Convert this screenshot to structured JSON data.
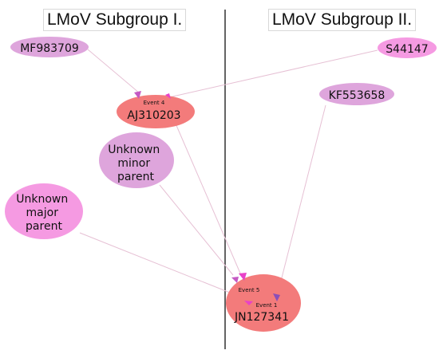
{
  "groups": {
    "subgroup_1": "LMoV Subgroup I.",
    "subgroup_2": "LMoV Subgroup II."
  },
  "nodes": {
    "mf983709": "MF983709",
    "s44147": "S44147",
    "kf553658": "KF553658",
    "aj310203": "AJ310203",
    "unknown_minor": [
      "Unknown",
      "minor",
      "parent"
    ],
    "unknown_major": [
      "Unknown",
      "major",
      "parent"
    ],
    "jn127341": "JN127341"
  },
  "events": {
    "event_4": "Event 4",
    "event_5": "Event 5",
    "event_1": "Event 1"
  },
  "colors": {
    "recombinant": "#f37b7b",
    "minor_parent": "#dea5dc",
    "major_parent": "#f59ae2",
    "s44147": "#f59ae2",
    "arrow_light": "#c55ac4",
    "arrow_dark": "#8a4fb8",
    "arrow_bright": "#e842c8",
    "link": "#e6c0d4",
    "divider": "#222222"
  }
}
